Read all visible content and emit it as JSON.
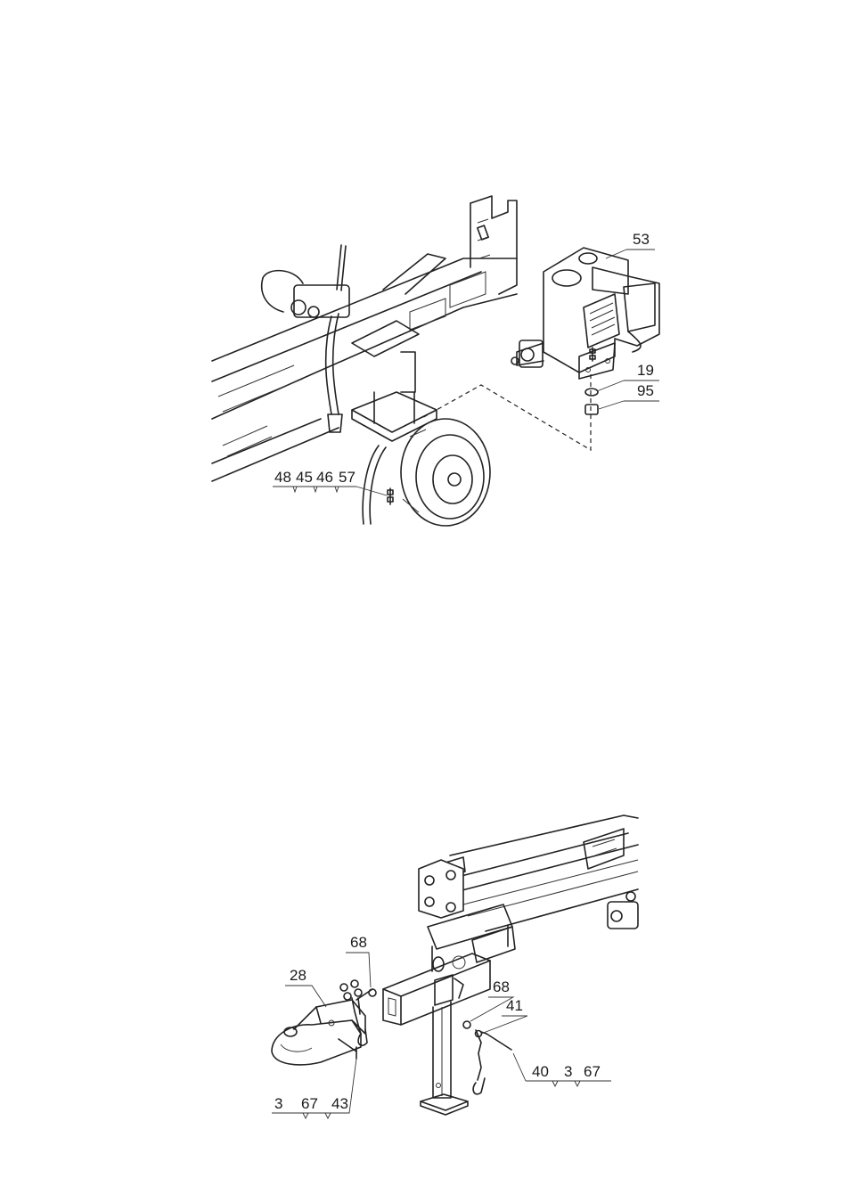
{
  "figure_top": {
    "callouts": {
      "engine": "53",
      "washer": "19",
      "nut": "95",
      "group_bottom": [
        "48",
        "45",
        "46",
        "57"
      ]
    }
  },
  "figure_bottom": {
    "callouts": {
      "hitch_coupler": "28",
      "nut_left": "68",
      "nut_right": "68",
      "chain_bolt": "41",
      "group_left": [
        "3",
        "67",
        "43"
      ],
      "group_right": [
        "40",
        "3",
        "67"
      ]
    }
  }
}
